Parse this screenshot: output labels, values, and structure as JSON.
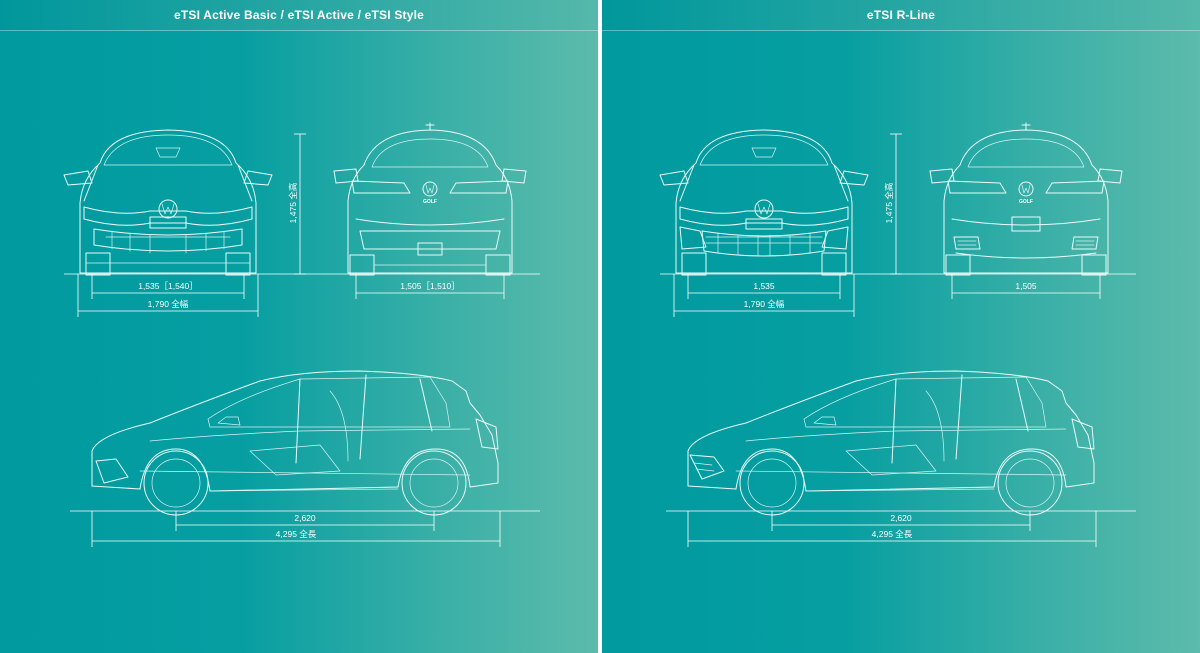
{
  "panels": [
    {
      "title": "eTSI Active Basic / eTSI Active / eTSI Style",
      "front_track": "1,535［1,540］",
      "rear_track": "1,505［1,510］",
      "width": "1,790 全幅",
      "height": "1,475 全高",
      "wheelbase": "2,620",
      "length": "4,295 全長",
      "badge": "GOLF"
    },
    {
      "title": "eTSI R-Line",
      "front_track": "1,535",
      "rear_track": "1,505",
      "width": "1,790 全幅",
      "height": "1,475 全高",
      "wheelbase": "2,620",
      "length": "4,295 全長",
      "badge": "GOLF"
    }
  ],
  "colors": {
    "teal_left": "#009a9f",
    "teal_right": "#5cbbab",
    "line": "#e9fbfa"
  }
}
